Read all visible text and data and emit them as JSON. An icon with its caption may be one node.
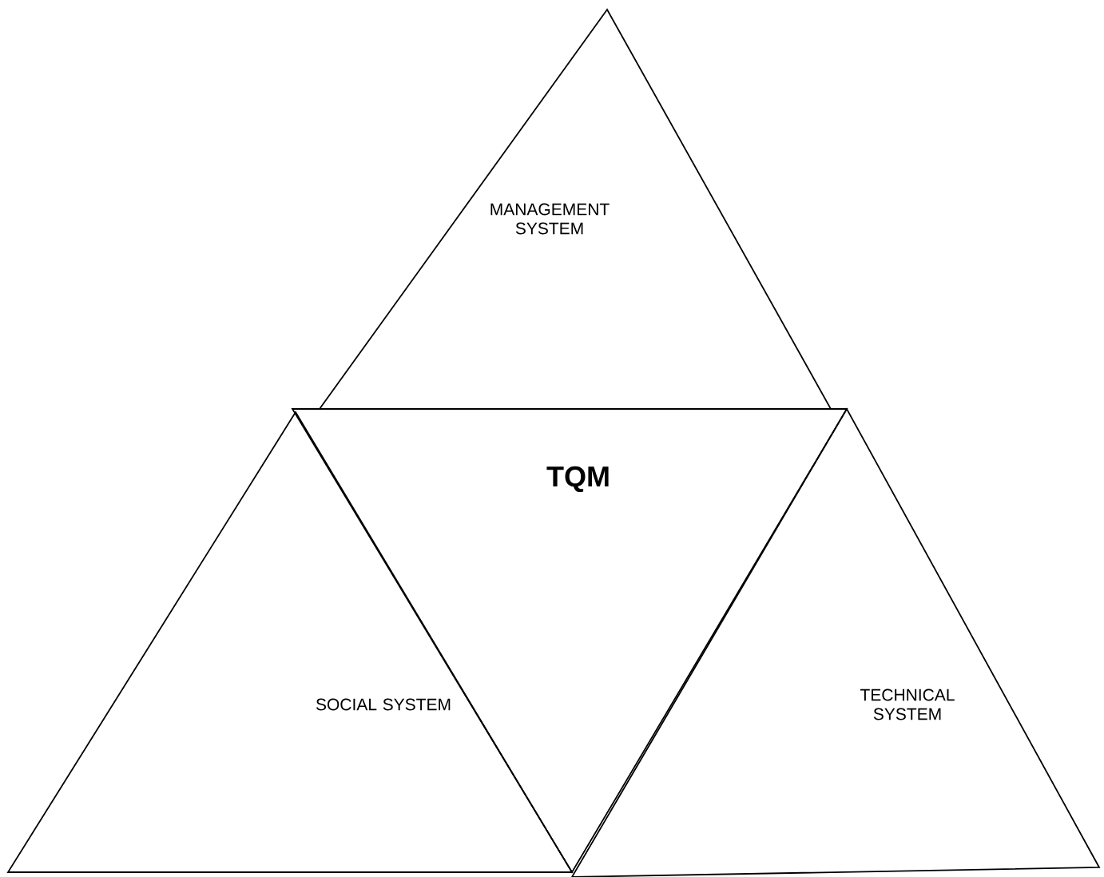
{
  "diagram": {
    "nodes": [
      {
        "text": [
          "MANAGEMENT SYSTEM"
        ]
      },
      {
        "text": [
          "TQM"
        ]
      },
      {
        "text": [
          "SOCIAL SYSTEM"
        ]
      },
      {
        "text": [
          "TECHNICAL SYSTEM"
        ]
      }
    ]
  }
}
